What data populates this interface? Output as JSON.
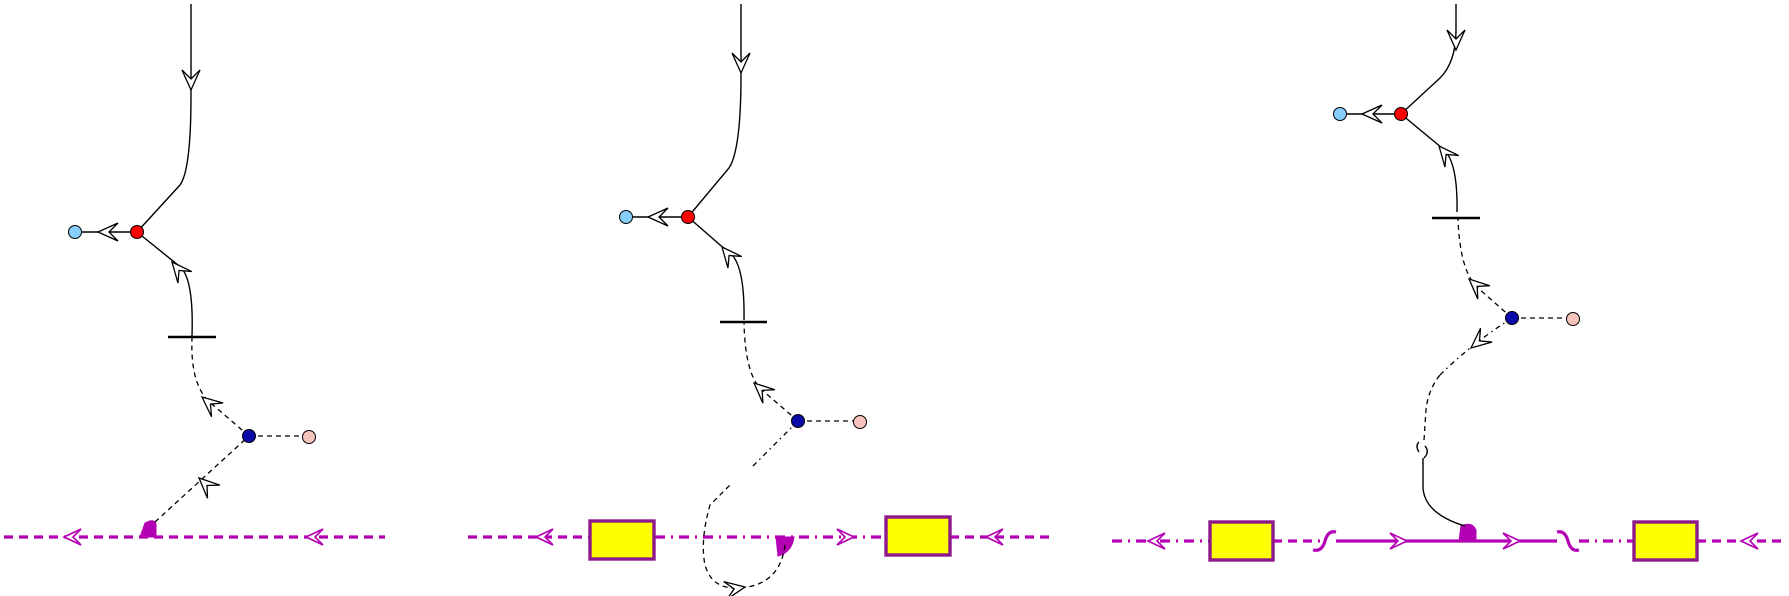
{
  "panels": [
    {
      "name": "panel-left",
      "rectangles": 0,
      "external_lines": 1,
      "vertices": 2
    },
    {
      "name": "panel-middle",
      "rectangles": 2,
      "external_lines": 1,
      "vertices": 2
    },
    {
      "name": "panel-right",
      "rectangles": 2,
      "external_lines": 1,
      "vertices": 2
    }
  ],
  "colors": {
    "line": "#000000",
    "external_line": "#b400b4",
    "rectangle_fill": "#ffff00",
    "rectangle_border": "#8c1a8c",
    "vertex_red": "#ff0000",
    "vertex_light_blue": "#87cefa",
    "vertex_dark_blue": "#0a0aa8",
    "vertex_pink": "#f7c3bd"
  },
  "icons": [
    "open-arrowhead-icon",
    "cut-bar-icon",
    "half-disc-marker-icon",
    "tilde-break-icon"
  ]
}
